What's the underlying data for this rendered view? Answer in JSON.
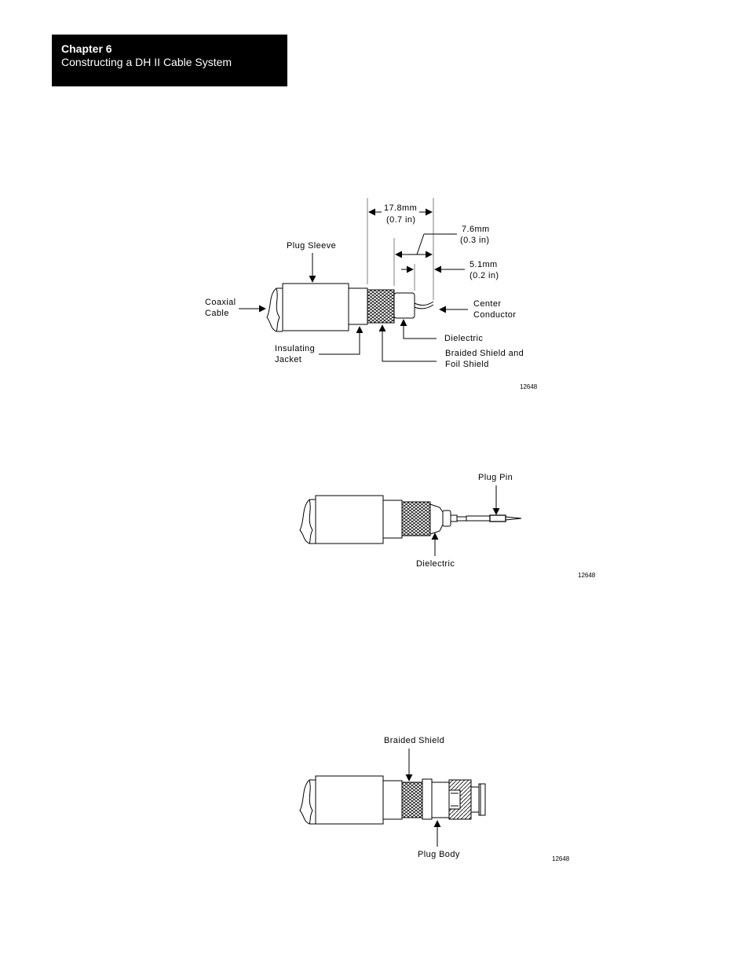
{
  "header": {
    "chapter": "Chapter 6",
    "title": "Constructing a DH II Cable System"
  },
  "figure1": {
    "dim_total": [
      "17.8mm",
      "(0.7 in)"
    ],
    "dim_mid": [
      "7.6mm",
      "(0.3 in)"
    ],
    "dim_small": [
      "5.1mm",
      "(0.2 in)"
    ],
    "plug_sleeve": "Plug Sleeve",
    "coaxial_cable": [
      "Coaxial",
      "Cable"
    ],
    "center_conductor": [
      "Center",
      "Conductor"
    ],
    "dielectric": "Dielectric",
    "insulating_jacket": [
      "Insulating",
      "Jacket"
    ],
    "braided_shield": [
      "Braided Shield and",
      "Foil Shield"
    ],
    "fig_number": "12648"
  },
  "figure2": {
    "plug_pin": "Plug Pin",
    "dielectric": "Dielectric",
    "fig_number": "12648"
  },
  "figure3": {
    "braided_shield": "Braided Shield",
    "plug_body": "Plug Body",
    "fig_number": "12648"
  }
}
